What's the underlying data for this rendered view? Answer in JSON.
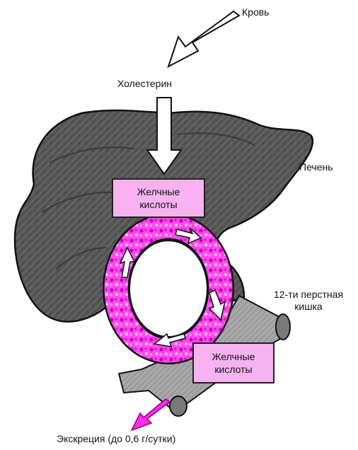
{
  "labels": {
    "blood": "Кровь",
    "cholesterol": "Холестерин",
    "liver": "Печень",
    "duodenum": "12-ти перстная кишка",
    "excretion": "Экскреция (до 0,6 г/сутки)"
  },
  "boxes": {
    "bile_acids_top": "Желчные кислоты",
    "bile_acids_bottom": "Желчные кислоты"
  },
  "colors": {
    "liver": "#5c5c5c",
    "outline": "#111111",
    "bile": "#ff2ce8",
    "box_fill": "#f7b3f0",
    "intestine": "#9a9a9a"
  }
}
